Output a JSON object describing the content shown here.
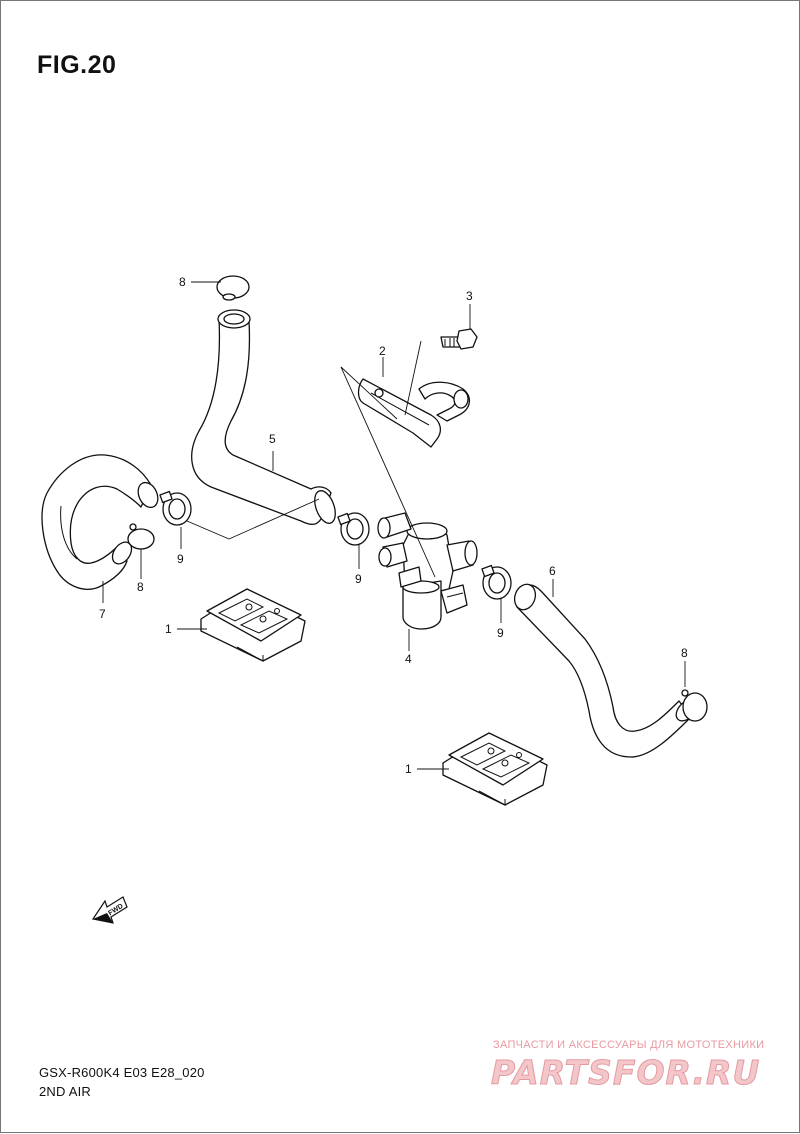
{
  "figure": {
    "title": "FIG.20",
    "model_code": "GSX-R600K4 E03 E28_020",
    "section_name": "2ND AIR"
  },
  "callouts": [
    {
      "id": "c1a",
      "label": "1"
    },
    {
      "id": "c1b",
      "label": "1"
    },
    {
      "id": "c2",
      "label": "2"
    },
    {
      "id": "c3",
      "label": "3"
    },
    {
      "id": "c4",
      "label": "4"
    },
    {
      "id": "c5",
      "label": "5"
    },
    {
      "id": "c6",
      "label": "6"
    },
    {
      "id": "c7",
      "label": "7"
    },
    {
      "id": "c8a",
      "label": "8"
    },
    {
      "id": "c8b",
      "label": "8"
    },
    {
      "id": "c8c",
      "label": "8"
    },
    {
      "id": "c9a",
      "label": "9"
    },
    {
      "id": "c9b",
      "label": "9"
    },
    {
      "id": "c9c",
      "label": "9"
    }
  ],
  "direction_arrow": {
    "label": "FWD",
    "icon": "fwd-arrow-icon"
  },
  "watermark": {
    "tagline": "ЗАПЧАСТИ И АКСЕССУАРЫ ДЛЯ МОТОТЕХНИКИ",
    "logo": "PARTSFOR.RU",
    "color": "#e59aa0"
  }
}
